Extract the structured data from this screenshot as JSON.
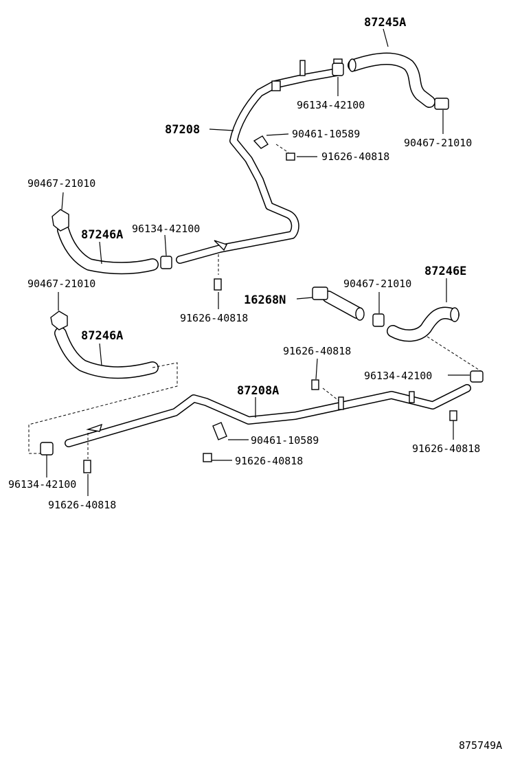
{
  "diagram_id": "875749A",
  "parts": {
    "hose_upper": "87245A",
    "pipe_upper": "87208",
    "pipe_lower": "87208A",
    "hose_246a_1": "87246A",
    "hose_246a_2": "87246A",
    "hose_246e": "87246E",
    "valve": "16268N",
    "clamp_a": "96134-42100",
    "clamp_b": "96134-42100",
    "clamp_c": "96134-42100",
    "clamp_d": "96134-42100",
    "clamp_e": "90467-21010",
    "clamp_f": "90467-21010",
    "clamp_g": "90467-21010",
    "clamp_h": "90467-21010",
    "clip_a": "90461-10589",
    "clip_b": "90461-10589",
    "bolt_a": "91626-40818",
    "bolt_b": "91626-40818",
    "bolt_c": "91626-40818",
    "bolt_d": "91626-40818",
    "bolt_e": "91626-40818",
    "bolt_f": "91626-40818"
  }
}
